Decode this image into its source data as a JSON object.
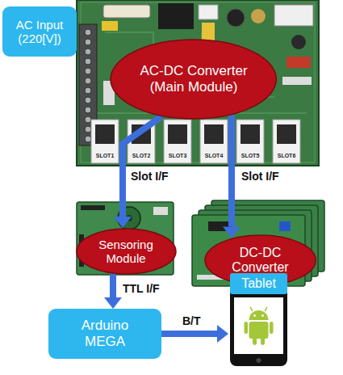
{
  "diagram": {
    "nodes": [
      {
        "text": [
          "AC Input (220[V])"
        ]
      },
      {
        "text": [
          "AC-DC Converter (Main Module)"
        ]
      },
      {
        "text": [
          "Sensoring Module"
        ]
      },
      {
        "text": [
          "DC-DC Converter"
        ]
      },
      {
        "text": [
          "Arduino MEGA"
        ]
      },
      {
        "text": [
          "Tablet"
        ]
      }
    ],
    "edges": [
      {
        "from": 1,
        "to": 2,
        "arrow": "to",
        "label": "Slot I/F"
      },
      {
        "from": 1,
        "to": 3,
        "arrow": "to",
        "label": "Slot I/F"
      },
      {
        "from": 2,
        "to": 4,
        "arrow": "to",
        "label": "TTL I/F"
      },
      {
        "from": 4,
        "to": 5,
        "arrow": "to",
        "label": "B/T"
      }
    ],
    "labels": [
      "SLOT1",
      "SLOT2",
      "SLOT3",
      "SLOT4",
      "SLOT5",
      "SLOT6"
    ]
  }
}
